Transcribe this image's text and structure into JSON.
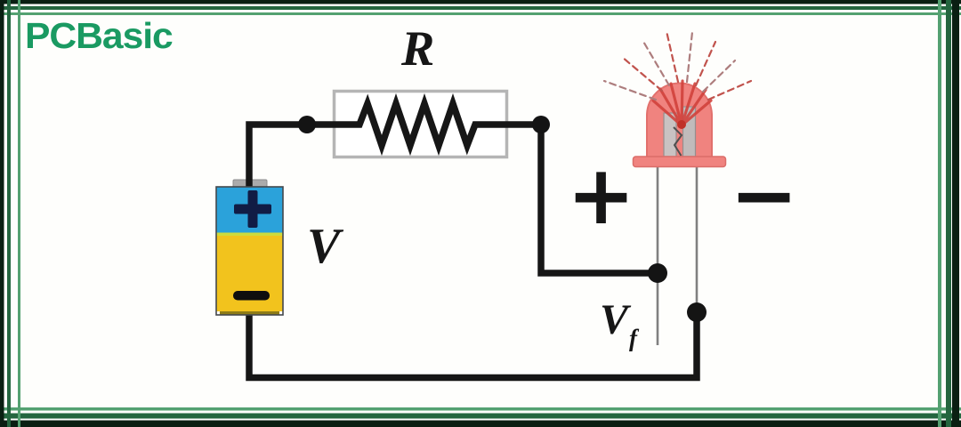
{
  "logo": {
    "text": "PCBasic",
    "color": "#1a9a62"
  },
  "labels": {
    "resistor": "R",
    "battery_voltage": "V",
    "anode_sign": "+",
    "cathode_sign": "−",
    "forward_voltage": {
      "main": "V",
      "sub": "f"
    }
  },
  "diagram": {
    "type": "led-series-resistor-circuit",
    "components": [
      {
        "name": "battery",
        "label": "V",
        "polarity_marks": [
          "+",
          "−"
        ],
        "colors": {
          "positive_section": "#2ba2da",
          "negative_section": "#f2c31d",
          "terminal_cap": "#ababab",
          "plus_mark": "#111c45",
          "minus_mark": "#0e0e0e"
        }
      },
      {
        "name": "resistor",
        "label": "R",
        "symbol": "zigzag",
        "box_color": "#b5b5b5"
      },
      {
        "name": "led",
        "state": "emitting-light",
        "anode_mark": "+",
        "cathode_mark": "−",
        "forward_voltage_label": "Vf",
        "colors": {
          "body": "#f0837f",
          "rays": "#c1534d",
          "leads": "#808080"
        }
      }
    ],
    "wire_color": "#161616"
  },
  "frame": {
    "colors": {
      "outer": "#0a1f12",
      "middle": "#24663f",
      "inner": "#54a171"
    }
  }
}
